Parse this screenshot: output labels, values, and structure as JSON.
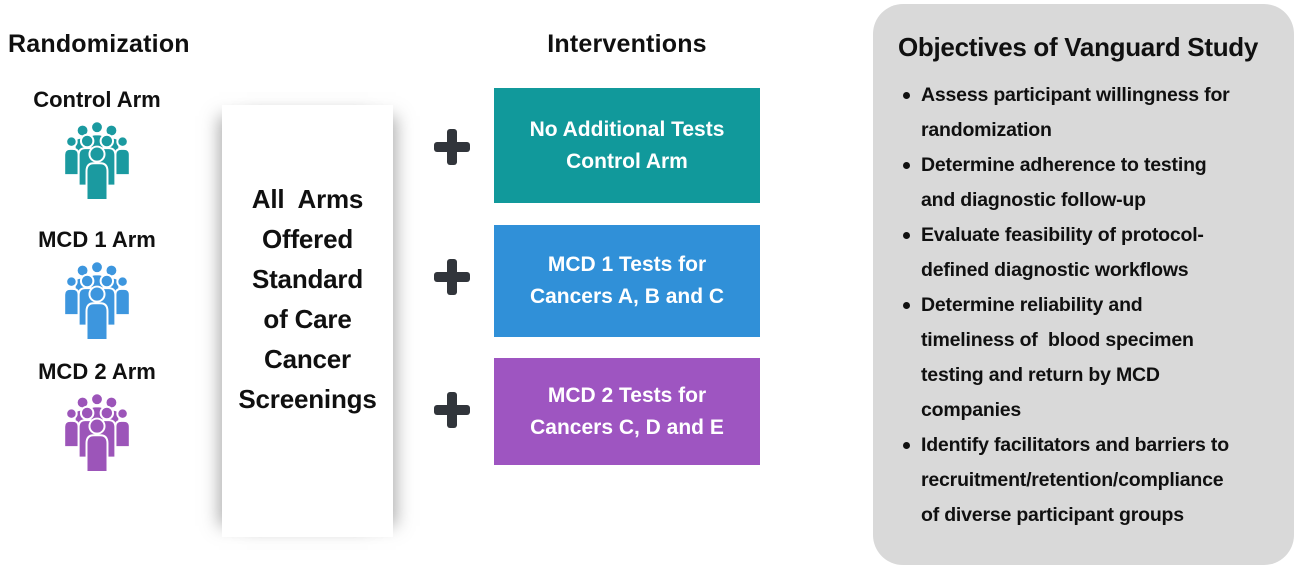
{
  "headers": {
    "randomization": "Randomization",
    "interventions": "Interventions"
  },
  "arms": [
    {
      "label": "Control Arm",
      "color": "#1b9aa0"
    },
    {
      "label": "MCD 1 Arm",
      "color": "#3d96de"
    },
    {
      "label": "MCD 2 Arm",
      "color": "#9c55b9"
    }
  ],
  "standard_care": {
    "text": "All  Arms\nOffered\nStandard\nof Care\nCancer\nScreenings"
  },
  "plus": {
    "color": "#31353b"
  },
  "interventions": [
    {
      "text": "No Additional Tests\nControl Arm",
      "color": "#11999b"
    },
    {
      "text": "MCD 1 Tests for\nCancers A, B and C",
      "color": "#3090d8"
    },
    {
      "text": "MCD 2 Tests for\nCancers C, D and E",
      "color": "#9e55c1"
    }
  ],
  "objectives": {
    "title": "Objectives of Vanguard Study",
    "bg": "#d9d9d9",
    "items": [
      "Assess participant willingness for\nrandomization",
      "Determine adherence to testing\nand diagnostic follow-up",
      "Evaluate feasibility of protocol-\ndefined diagnostic workflows",
      "Determine reliability and\ntimeliness of  blood specimen\ntesting and return by MCD\ncompanies",
      "Identify facilitators and barriers to\nrecruitment/retention/compliance\nof diverse participant groups"
    ]
  }
}
